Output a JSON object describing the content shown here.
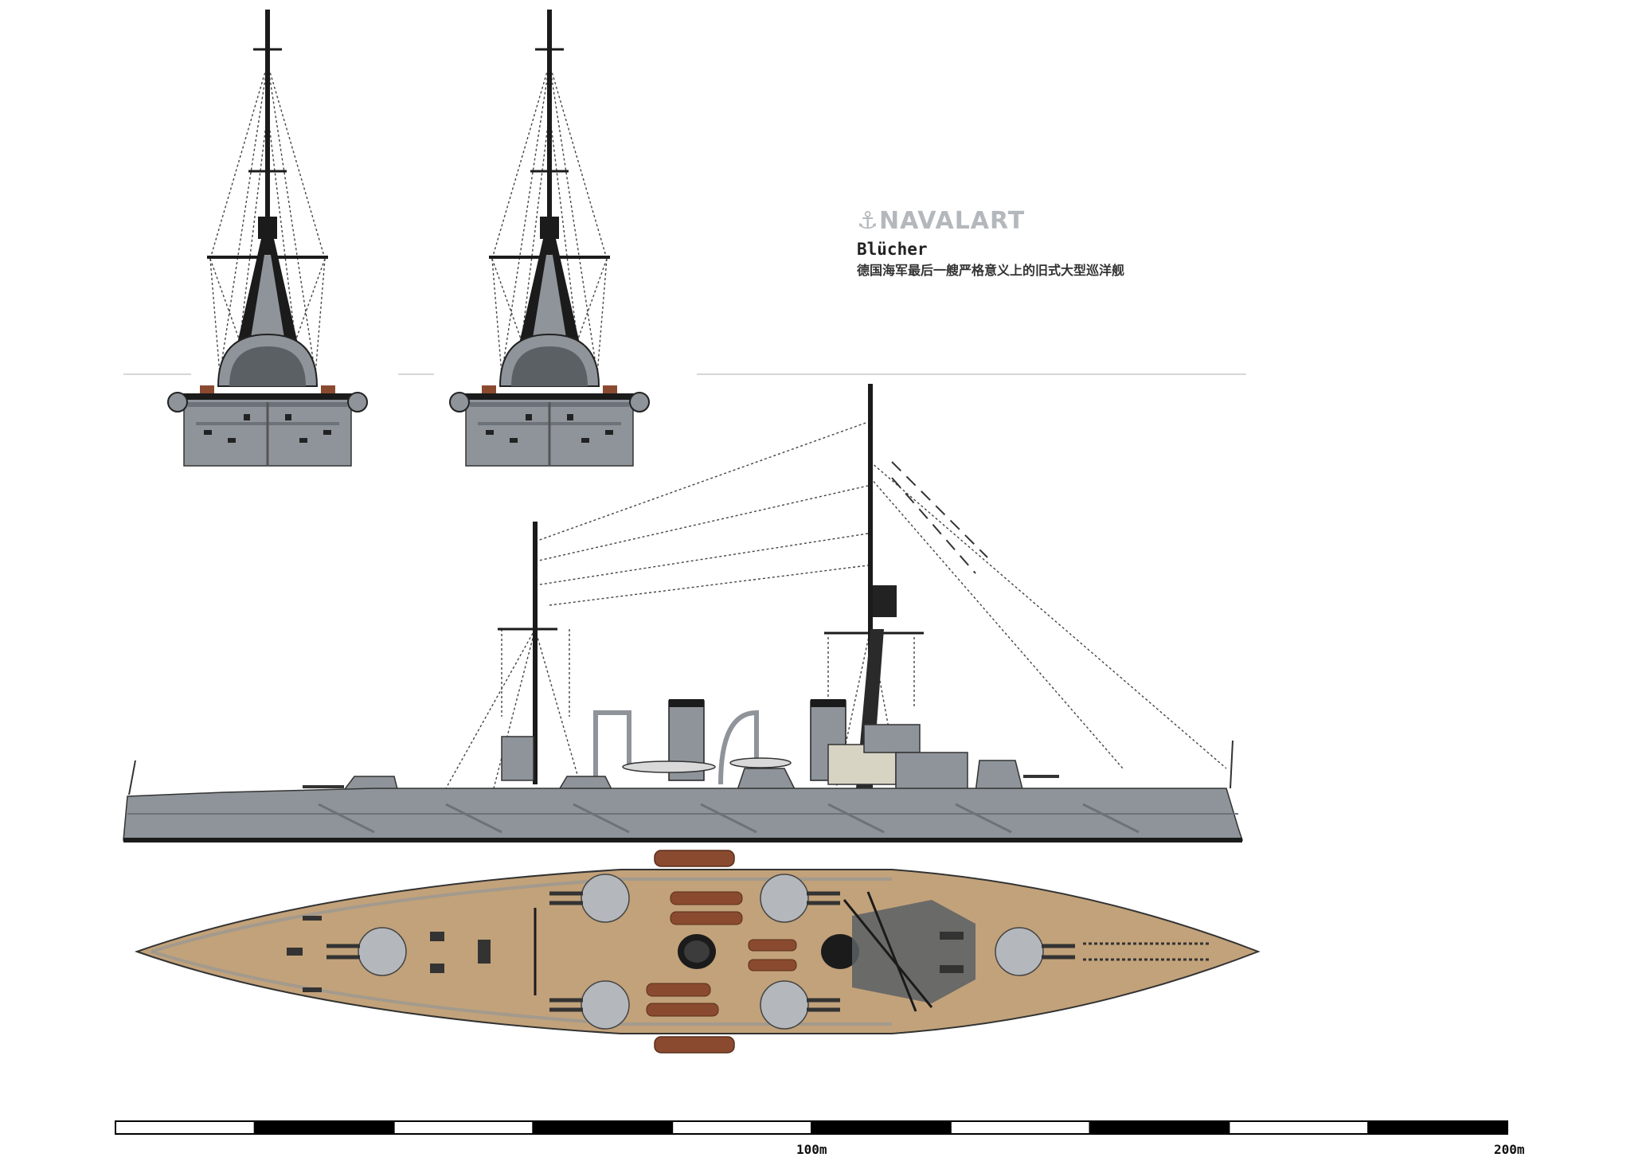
{
  "brand": {
    "logo_text": "NAVALART",
    "icon": "anchor-icon"
  },
  "ship": {
    "name": "Blücher",
    "description": "德国海军最后一艘严格意义上的旧式大型巡洋舰"
  },
  "scale_bar": {
    "segments": 10,
    "labels": [
      "100m",
      "200m"
    ]
  },
  "colors": {
    "hull_gray": "#8e949a",
    "deck_tan": "#c2a27a",
    "boat_brown": "#8a4a30",
    "mast_black": "#1b1b1b",
    "brand_gray": "#b4b8bc"
  }
}
